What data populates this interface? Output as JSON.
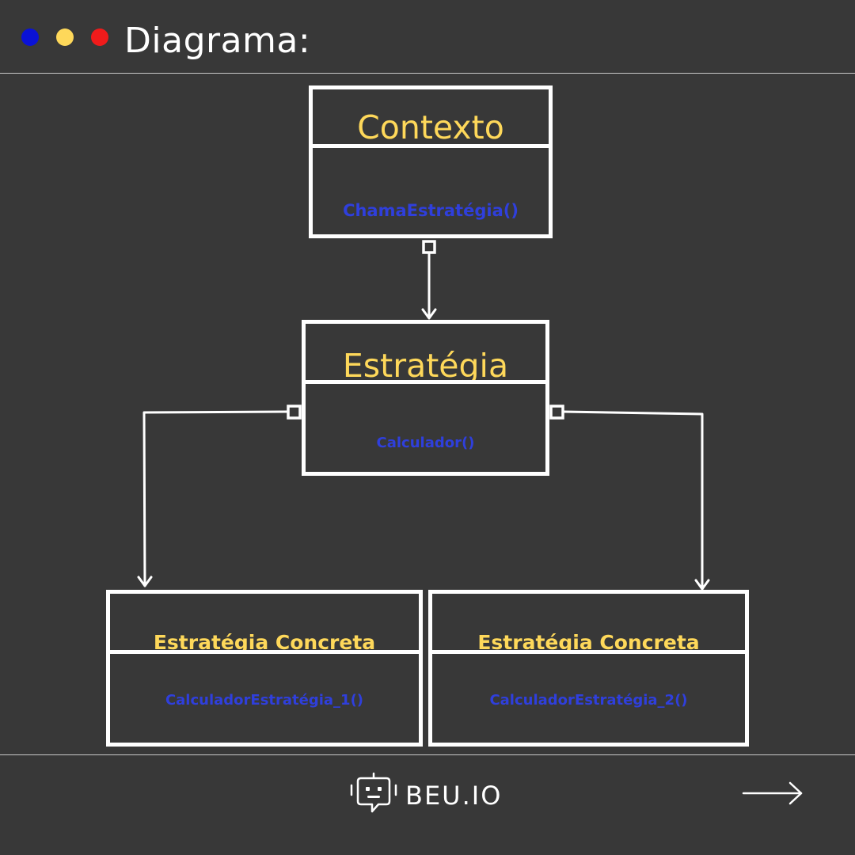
{
  "header": {
    "title": "Diagrama:",
    "dots": [
      {
        "name": "blue-dot",
        "color": "#0a12d6"
      },
      {
        "name": "yellow-dot",
        "color": "#fed85a"
      },
      {
        "name": "red-dot",
        "color": "#f01b1b"
      }
    ]
  },
  "diagram": {
    "contexto": {
      "name": "Contexto",
      "method": "ChamaEstratégia()"
    },
    "estrategia": {
      "name": "Estratégia",
      "method": "Calculador()"
    },
    "concreta_1": {
      "name": "Estratégia Concreta",
      "method": "CalculadorEstratégia_1()"
    },
    "concreta_2": {
      "name": "Estratégia Concreta",
      "method": "CalculadorEstratégia_2()"
    }
  },
  "footer": {
    "brand": "BEU.IO",
    "brand_icon": "robot-chat-icon",
    "next_icon": "arrow-right-icon"
  },
  "colors": {
    "background": "#383838",
    "class_name": "#fed85a",
    "method": "#2f3fdc",
    "lines": "#ffffff"
  }
}
